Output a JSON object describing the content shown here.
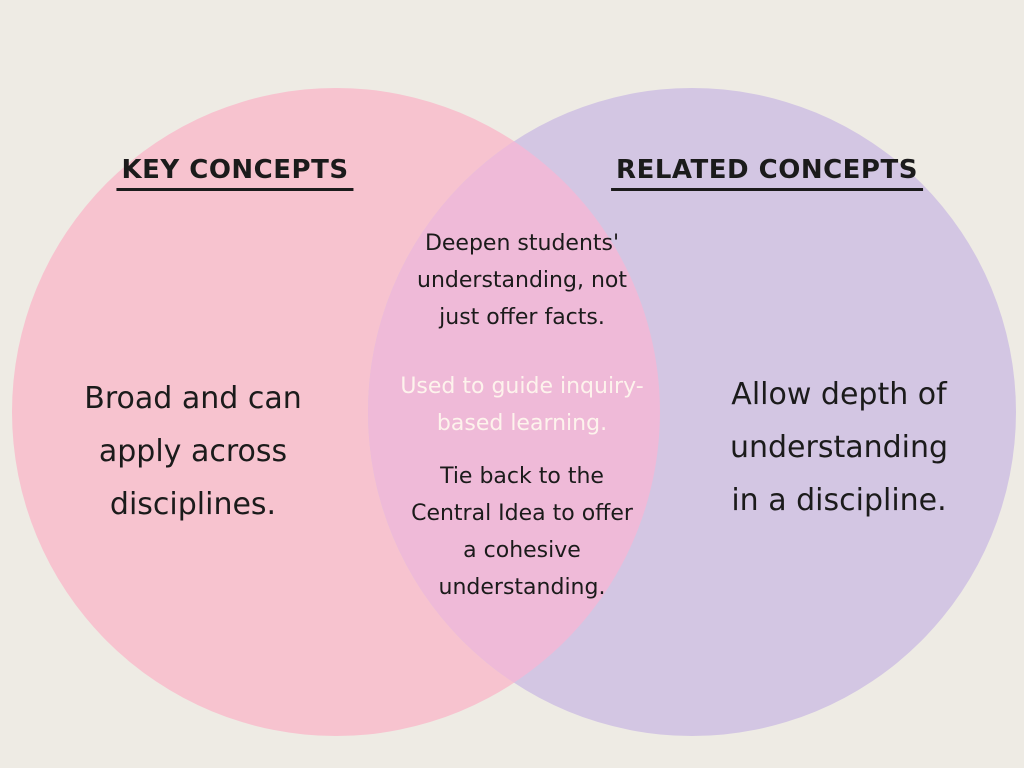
{
  "colors": {
    "background": "#eeebe4",
    "left_circle": "#f7c3cf",
    "right_circle": "#d3c6e3",
    "overlap": "#efbad8",
    "dark_text": "#1b1b1b",
    "light_text": "#fdf3ec"
  },
  "venn": {
    "left": {
      "title": "KEY CONCEPTS",
      "lines": [
        "Broad and can",
        "apply across",
        "disciplines."
      ]
    },
    "right": {
      "title": "RELATED CONCEPTS",
      "lines": [
        "Allow depth of",
        "understanding",
        "in a discipline."
      ]
    },
    "overlap": {
      "notes": [
        {
          "emphasis": "dark",
          "lines": [
            "Deepen students'",
            "understanding, not",
            "just offer facts."
          ]
        },
        {
          "emphasis": "light",
          "lines": [
            "Used to guide inquiry-",
            "based learning."
          ]
        },
        {
          "emphasis": "dark",
          "lines": [
            "Tie back to the",
            "Central Idea to offer",
            "a cohesive",
            "understanding."
          ]
        }
      ]
    }
  }
}
